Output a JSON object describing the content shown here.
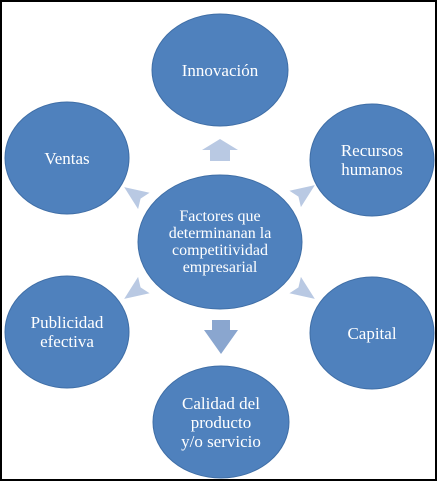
{
  "diagram": {
    "center": "Factores que\ndeterminanan la\ncompetitividad\nempresarial",
    "nodes": {
      "innovacion": "Innovación",
      "recursos_humanos": "Recursos\nhumanos",
      "capital": "Capital",
      "calidad": "Calidad del\nproducto\ny/o servicio",
      "publicidad": "Publicidad\nefectiva",
      "ventas": "Ventas"
    },
    "colors": {
      "circle_fill": "#4f81bd",
      "circle_stroke": "#3f6ea6",
      "arrow_fill": "#b9c9e3",
      "center_arrow_fill": "#8aa6cf",
      "text": "#ffffff"
    }
  }
}
